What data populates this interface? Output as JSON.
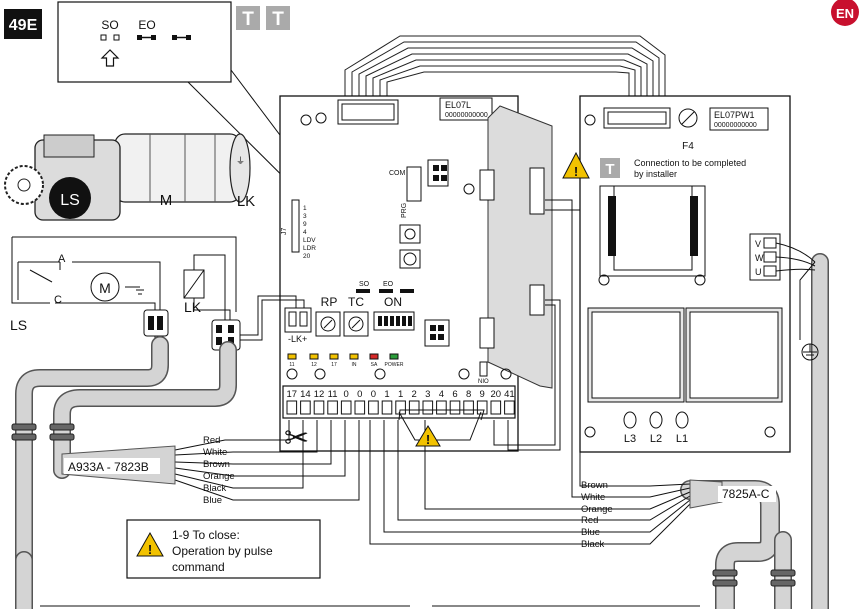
{
  "figure_number": "49E",
  "language_badge": "EN",
  "t_icons": [
    "T",
    "T"
  ],
  "legend": {
    "so": "SO",
    "eo": "EO"
  },
  "motor": {
    "ls": "LS",
    "m": "M",
    "lk": "LK"
  },
  "wiring": {
    "a": "A",
    "c": "C",
    "ls": "LS",
    "m": "M",
    "lk": "LK"
  },
  "main_board": {
    "model": "EL07L",
    "serial": "00000000000",
    "com": "COM",
    "prg": "PRG",
    "j7": "J7",
    "j7_labels": [
      "1",
      "3",
      "9",
      "4",
      "LDV",
      "LDR",
      "20"
    ],
    "so": "SO",
    "eo": "EO",
    "rp": "RP",
    "tc": "TC",
    "on": "ON",
    "lk_terminal": "-LK+",
    "leds": [
      "11",
      "12",
      "17",
      "IN",
      "SA",
      "POWER"
    ],
    "terminals": [
      "17",
      "14",
      "12",
      "11",
      "0",
      "0",
      "0",
      "1",
      "1",
      "2",
      "3",
      "4",
      "6",
      "8",
      "9",
      "20",
      "41"
    ],
    "nio": "NIO"
  },
  "power_board": {
    "model": "EL07PW1",
    "serial": "00000000000",
    "fuse": "F4",
    "note_icon": "T",
    "note": [
      "Connection to be completed",
      "by installer"
    ],
    "phases": [
      "V",
      "W",
      "U"
    ],
    "lamps": [
      "L3",
      "L2",
      "L1"
    ]
  },
  "cable_left": {
    "code": "A933A - 7823B",
    "wires": [
      "Red",
      "White",
      "Brown",
      "Orange",
      "Black",
      "Blue"
    ]
  },
  "cable_right": {
    "code": "7825A-C",
    "wires": [
      "Brown",
      "White",
      "Orange",
      "Red",
      "Blue",
      "Black"
    ]
  },
  "note_box": [
    "1-9 To close:",
    "Operation by pulse",
    "command"
  ]
}
